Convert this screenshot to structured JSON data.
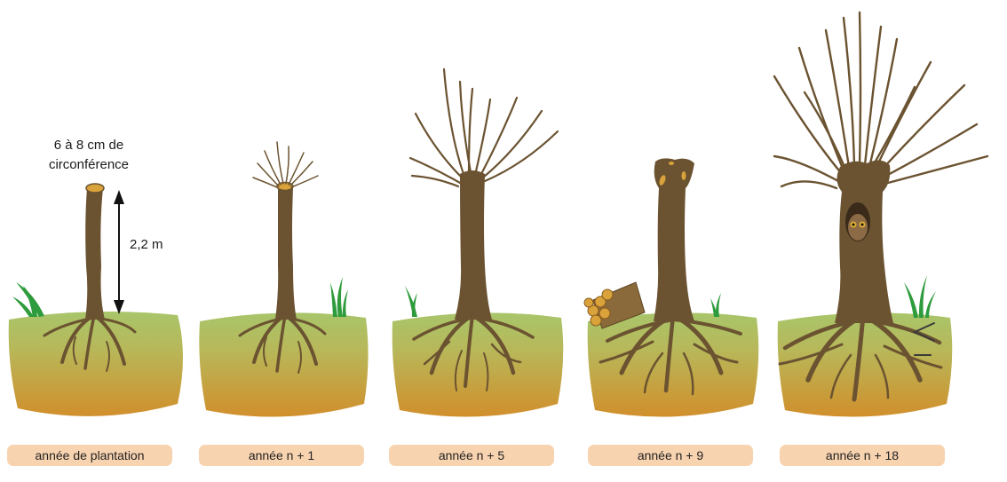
{
  "annotations": {
    "circumference_line1": "6 à 8 cm de",
    "circumference_line2": "circonférence",
    "height": "2,2 m"
  },
  "stages": [
    {
      "label": "année de plantation"
    },
    {
      "label": "année n + 1"
    },
    {
      "label": "année n + 5"
    },
    {
      "label": "année n + 9"
    },
    {
      "label": "année n + 18"
    }
  ],
  "colors": {
    "trunk": "#6b5331",
    "cut": "#d9a23a",
    "soil_top": "#a9c56a",
    "soil_bottom": "#d18f2c",
    "grass": "#2e9b3c",
    "caption_bg": "#f8d3b0"
  }
}
